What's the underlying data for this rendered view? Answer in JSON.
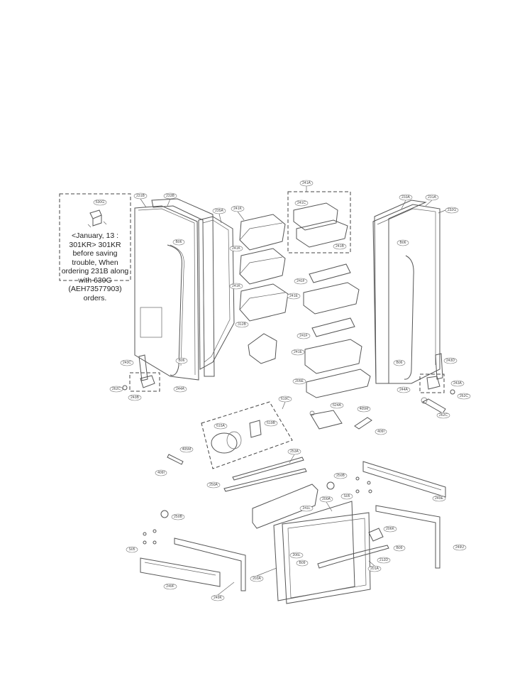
{
  "note": {
    "text": "<January, 13 : 301KR> 301KR before saving trouble, When ordering 231B along with 630G (AEH73577903) orders."
  },
  "callouts": [
    "630G",
    "231B",
    "233B",
    "235A",
    "241K",
    "241K",
    "241K",
    "241A",
    "241C",
    "241B",
    "241F",
    "241E",
    "241F",
    "241E",
    "233A",
    "231A",
    "232G",
    "B06",
    "B06",
    "B06",
    "B06",
    "312B",
    "205E",
    "243C",
    "262C",
    "243B",
    "244A",
    "244A",
    "243D",
    "243A",
    "262C",
    "262C",
    "619C",
    "619B",
    "615A",
    "624A",
    "405M",
    "409I",
    "405M",
    "409I",
    "253A",
    "250A",
    "250B",
    "250B",
    "S05",
    "241L",
    "200A",
    "249E",
    "249U",
    "206K",
    "206L",
    "B09",
    "B09",
    "212D",
    "201A",
    "203A",
    "249F",
    "249K",
    "S05"
  ]
}
